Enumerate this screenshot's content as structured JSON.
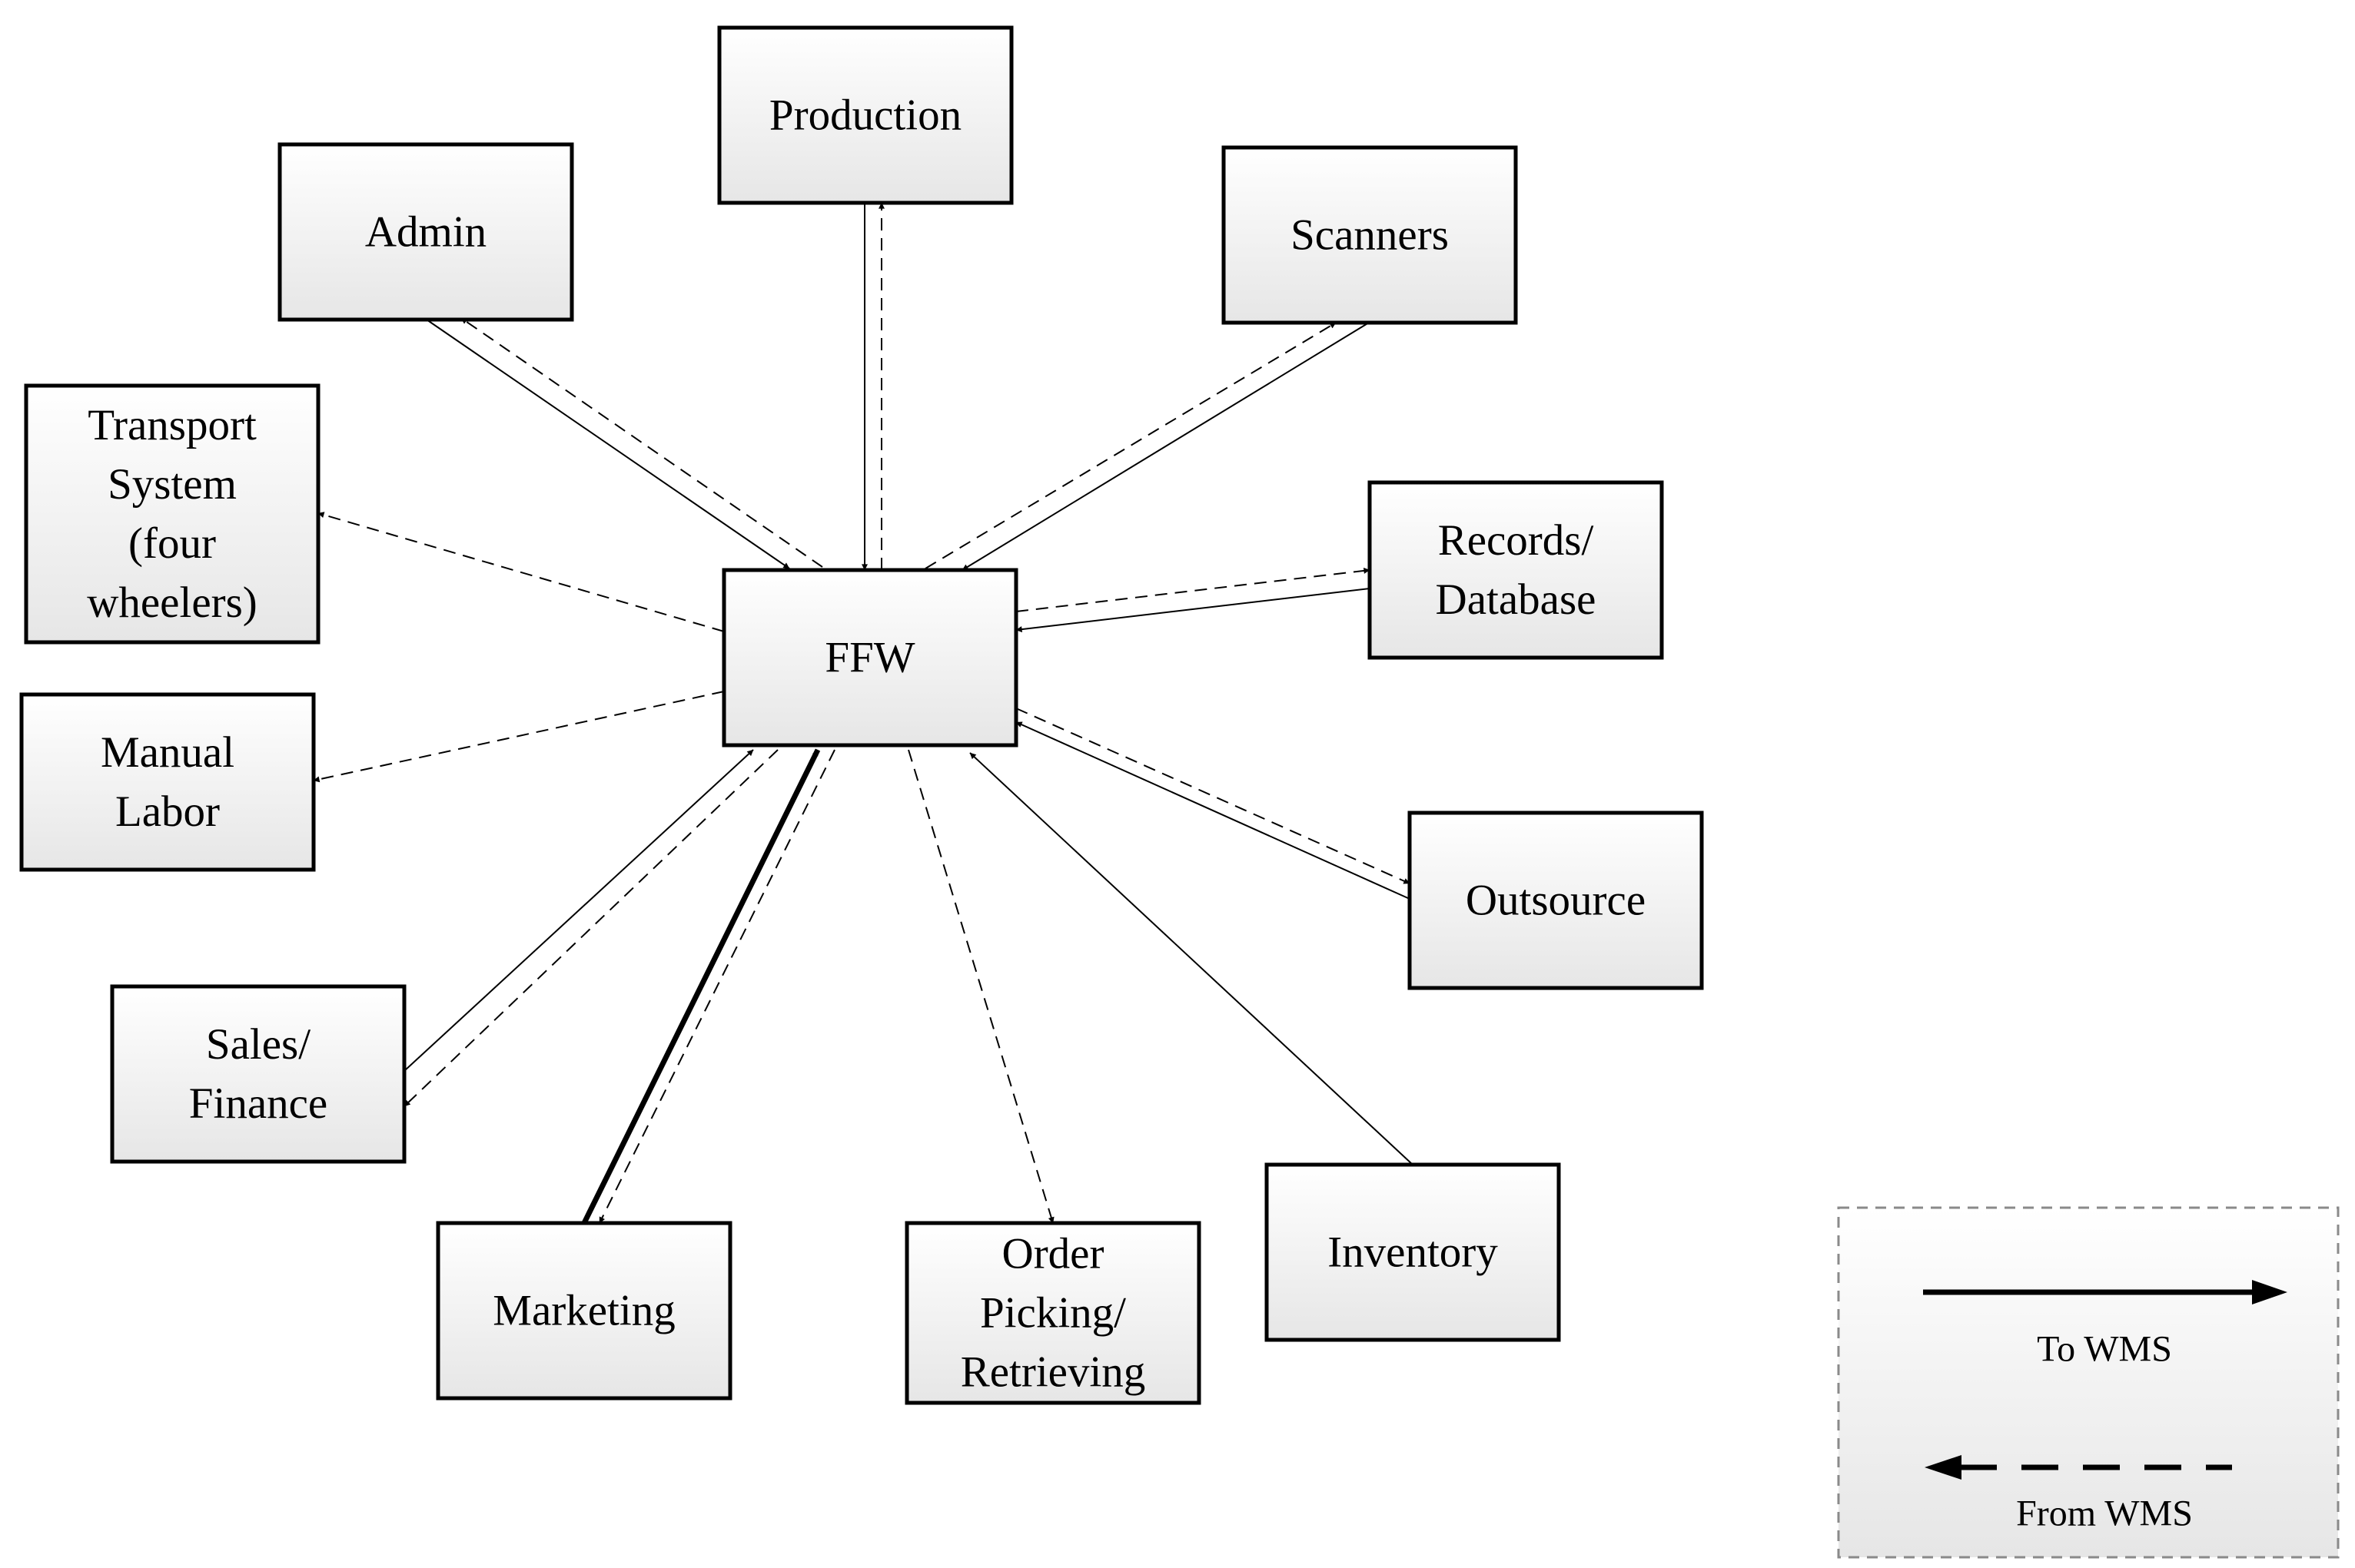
{
  "diagram": {
    "hub": "FFW",
    "nodes": [
      {
        "id": "production",
        "lines": [
          "Production"
        ]
      },
      {
        "id": "admin",
        "lines": [
          "Admin"
        ]
      },
      {
        "id": "scanners",
        "lines": [
          "Scanners"
        ]
      },
      {
        "id": "transport",
        "lines": [
          "Transport",
          "System",
          "(four",
          "wheelers)"
        ]
      },
      {
        "id": "records",
        "lines": [
          "Records/",
          "Database"
        ]
      },
      {
        "id": "manual",
        "lines": [
          "Manual",
          "Labor"
        ]
      },
      {
        "id": "outsource",
        "lines": [
          "Outsource"
        ]
      },
      {
        "id": "sales",
        "lines": [
          "Sales/",
          "Finance"
        ]
      },
      {
        "id": "marketing",
        "lines": [
          "Marketing"
        ]
      },
      {
        "id": "order",
        "lines": [
          "Order",
          "Picking/",
          "Retrieving"
        ]
      },
      {
        "id": "inventory",
        "lines": [
          "Inventory"
        ]
      }
    ],
    "flows": [
      {
        "node": "production",
        "to_wms": true,
        "from_wms": true
      },
      {
        "node": "admin",
        "to_wms": true,
        "from_wms": true
      },
      {
        "node": "scanners",
        "to_wms": true,
        "from_wms": true
      },
      {
        "node": "transport",
        "to_wms": false,
        "from_wms": true
      },
      {
        "node": "records",
        "to_wms": true,
        "from_wms": true
      },
      {
        "node": "manual",
        "to_wms": false,
        "from_wms": true
      },
      {
        "node": "outsource",
        "to_wms": true,
        "from_wms": true
      },
      {
        "node": "sales",
        "to_wms": true,
        "from_wms": true
      },
      {
        "node": "marketing",
        "to_wms": true,
        "from_wms": true,
        "emphasized": true
      },
      {
        "node": "order",
        "to_wms": false,
        "from_wms": true
      },
      {
        "node": "inventory",
        "to_wms": true,
        "from_wms": false
      }
    ]
  },
  "legend": {
    "to_label": "To WMS",
    "from_label": "From WMS"
  }
}
